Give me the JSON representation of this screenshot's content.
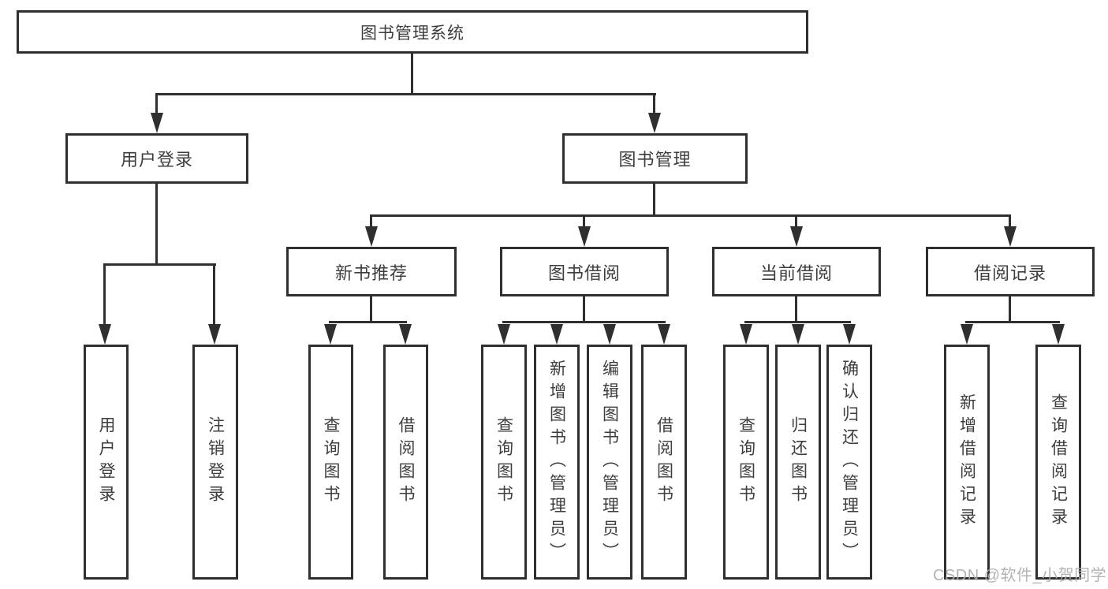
{
  "colors": {
    "line": "#2f2f2f",
    "text": "#3d3d3d",
    "watermark": "#adadad",
    "background": "#ffffff"
  },
  "watermark": {
    "text": "CSDN @软件_小贺同学"
  },
  "tree": {
    "root": {
      "label": "图书管理系统",
      "children": [
        {
          "label": "用户登录",
          "children": [
            {
              "label": "用户登录"
            },
            {
              "label": "注销登录"
            }
          ]
        },
        {
          "label": "图书管理",
          "children": [
            {
              "label": "新书推荐",
              "children": [
                {
                  "label": "查询图书"
                },
                {
                  "label": "借阅图书"
                }
              ]
            },
            {
              "label": "图书借阅",
              "children": [
                {
                  "label": "查询图书"
                },
                {
                  "label": "新增图书（管理员）"
                },
                {
                  "label": "编辑图书（管理员）"
                },
                {
                  "label": "借阅图书"
                }
              ]
            },
            {
              "label": "当前借阅",
              "children": [
                {
                  "label": "查询图书"
                },
                {
                  "label": "归还图书"
                },
                {
                  "label": "确认归还（管理员）"
                }
              ]
            },
            {
              "label": "借阅记录",
              "children": [
                {
                  "label": "新增借阅记录"
                },
                {
                  "label": "查询借阅记录"
                }
              ]
            }
          ]
        }
      ]
    }
  }
}
